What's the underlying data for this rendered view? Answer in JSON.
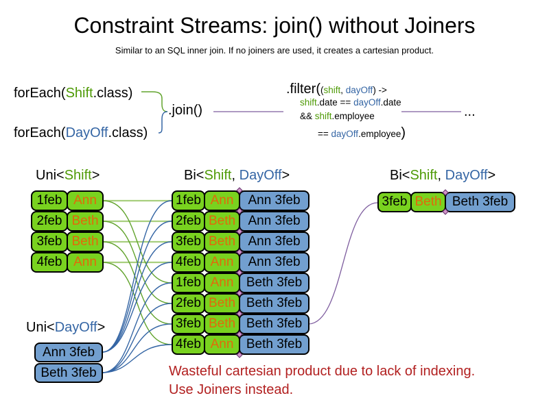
{
  "title": "Constraint Streams: join() without Joiners",
  "subtitle": "Similar to an SQL inner join. If no joiners are used, it creates a cartesian product.",
  "code": {
    "foreach_shift": {
      "pre": "forEach(",
      "cls": "Shift",
      "post": ".class)"
    },
    "foreach_dayoff": {
      "pre": "forEach(",
      "cls": "DayOff",
      "post": ".class)"
    },
    "join": ".join()",
    "ellipsis": "...",
    "filter": {
      "head": ".filter(",
      "open": "(",
      "arg1": "shift",
      "comma": ", ",
      "arg2": "dayOff",
      "arrow": ") ->",
      "l2_shift": "shift",
      "l2_mid": ".date == ",
      "l2_dayoff": "dayOff",
      "l2_end": ".date",
      "l3_and": "&& ",
      "l3_shift": "shift",
      "l3_end": ".employee",
      "l4_eq": "== ",
      "l4_dayoff": "dayOff",
      "l4_end": ".employee",
      "l4_close": ")"
    }
  },
  "labels": {
    "uni_shift": {
      "pre": "Uni<",
      "type": "Shift",
      "post": ">"
    },
    "uni_dayoff": {
      "pre": "Uni<",
      "type": "DayOff",
      "post": ">"
    },
    "bi_middle": {
      "pre": "Bi<",
      "type1": "Shift",
      "sep": ", ",
      "type2": "DayOff",
      "post": ">"
    },
    "bi_right": {
      "pre": "Bi<",
      "type1": "Shift",
      "sep": ", ",
      "type2": "DayOff",
      "post": ">"
    }
  },
  "shifts": [
    {
      "date": "1feb",
      "employee": "Ann"
    },
    {
      "date": "2feb",
      "employee": "Beth"
    },
    {
      "date": "3feb",
      "employee": "Beth"
    },
    {
      "date": "4feb",
      "employee": "Ann"
    }
  ],
  "dayoffs": [
    {
      "label": "Ann 3feb"
    },
    {
      "label": "Beth 3feb"
    }
  ],
  "pairs": [
    {
      "date": "1feb",
      "employee": "Ann",
      "dayoff": "Ann 3feb"
    },
    {
      "date": "2feb",
      "employee": "Beth",
      "dayoff": "Ann 3feb"
    },
    {
      "date": "3feb",
      "employee": "Beth",
      "dayoff": "Ann 3feb"
    },
    {
      "date": "4feb",
      "employee": "Ann",
      "dayoff": "Ann 3feb"
    },
    {
      "date": "1feb",
      "employee": "Ann",
      "dayoff": "Beth 3feb"
    },
    {
      "date": "2feb",
      "employee": "Beth",
      "dayoff": "Beth 3feb"
    },
    {
      "date": "3feb",
      "employee": "Beth",
      "dayoff": "Beth 3feb"
    },
    {
      "date": "4feb",
      "employee": "Ann",
      "dayoff": "Beth 3feb"
    }
  ],
  "result": {
    "date": "3feb",
    "employee": "Beth",
    "dayoff": "Beth 3feb"
  },
  "note": {
    "line1": "Wasteful cartesian product due to lack of indexing.",
    "line2": "Use Joiners instead."
  },
  "colors": {
    "shift_green_fill": "#79d21f",
    "dayoff_blue_fill": "#729fcf",
    "employee_orange_text": "#e2690b",
    "code_green_text": "#4e9a06",
    "code_blue_text": "#3465a4",
    "note_red_text": "#b22020",
    "join_line_purple": "#7d5c9e"
  }
}
